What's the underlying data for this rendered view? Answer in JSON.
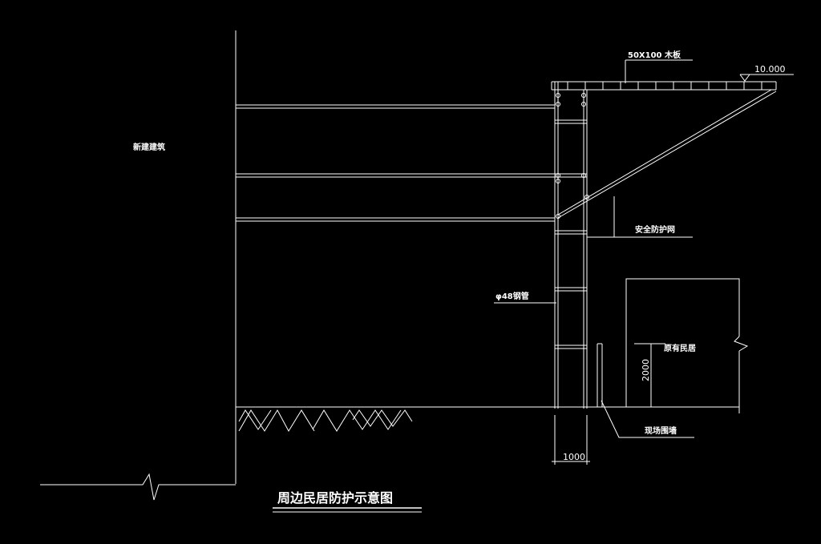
{
  "drawing": {
    "title": "周边民居防护示意图",
    "labels": {
      "new_building": "新建建筑",
      "plank": "50X100 木板",
      "elevation": "10.000",
      "safety_net": "安全防护网",
      "steel_pipe": "φ48钢管",
      "existing_house": "原有民居",
      "height_dim": "2000",
      "wall": "现场围墙",
      "width_dim": "1000"
    }
  }
}
